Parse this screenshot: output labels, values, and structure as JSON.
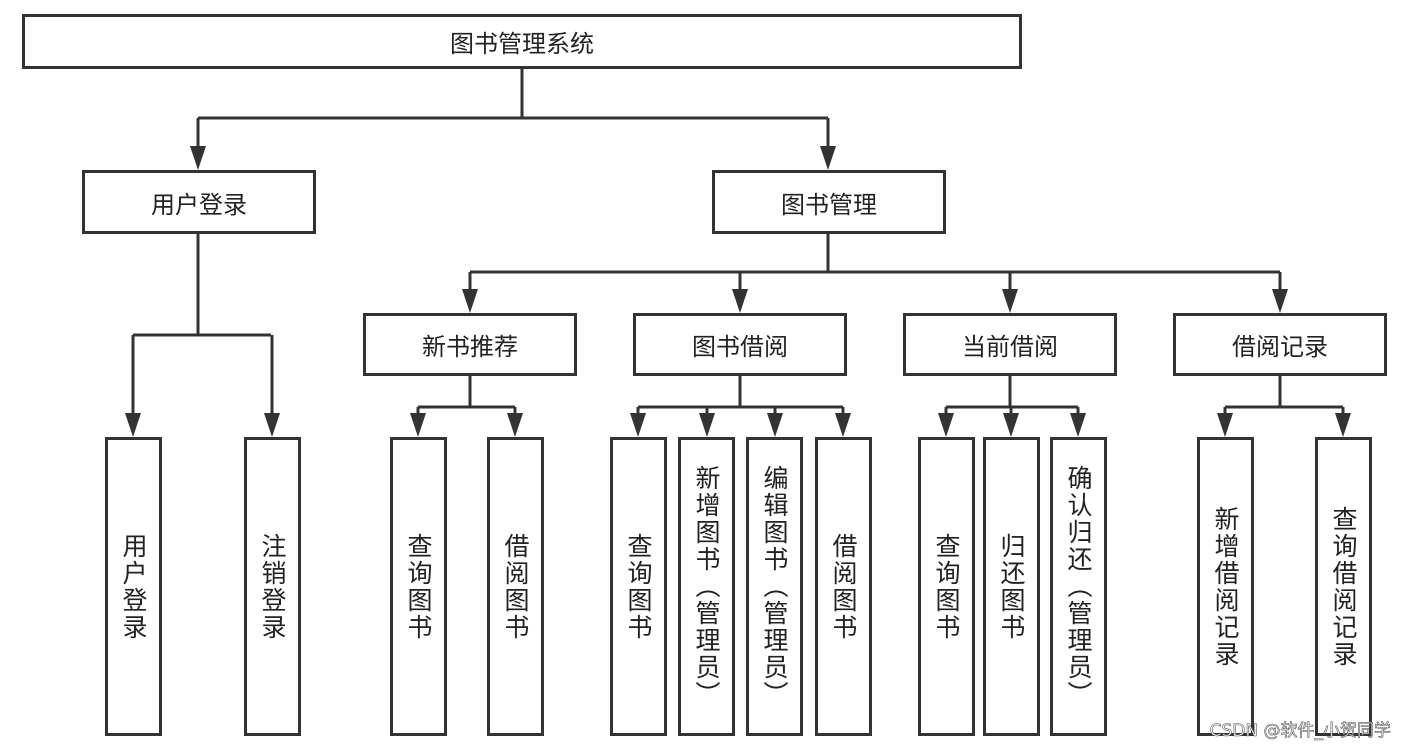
{
  "diagram": {
    "root": "图书管理系统",
    "branches": [
      {
        "label": "用户登录",
        "children": [
          "用户登录",
          "注销登录"
        ]
      },
      {
        "label": "图书管理",
        "children": [
          {
            "label": "新书推荐",
            "children": [
              "查询图书",
              "借阅图书"
            ]
          },
          {
            "label": "图书借阅",
            "children": [
              "查询图书",
              "新增图书（管理员）",
              "编辑图书（管理员）",
              "借阅图书"
            ]
          },
          {
            "label": "当前借阅",
            "children": [
              "查询图书",
              "归还图书",
              "确认归还（管理员）"
            ]
          },
          {
            "label": "借阅记录",
            "children": [
              "新增借阅记录",
              "查询借阅记录"
            ]
          }
        ]
      }
    ]
  },
  "watermark": "CSDN @软件_小贺同学",
  "colors": {
    "line": "#333333",
    "box_border": "#333333"
  }
}
